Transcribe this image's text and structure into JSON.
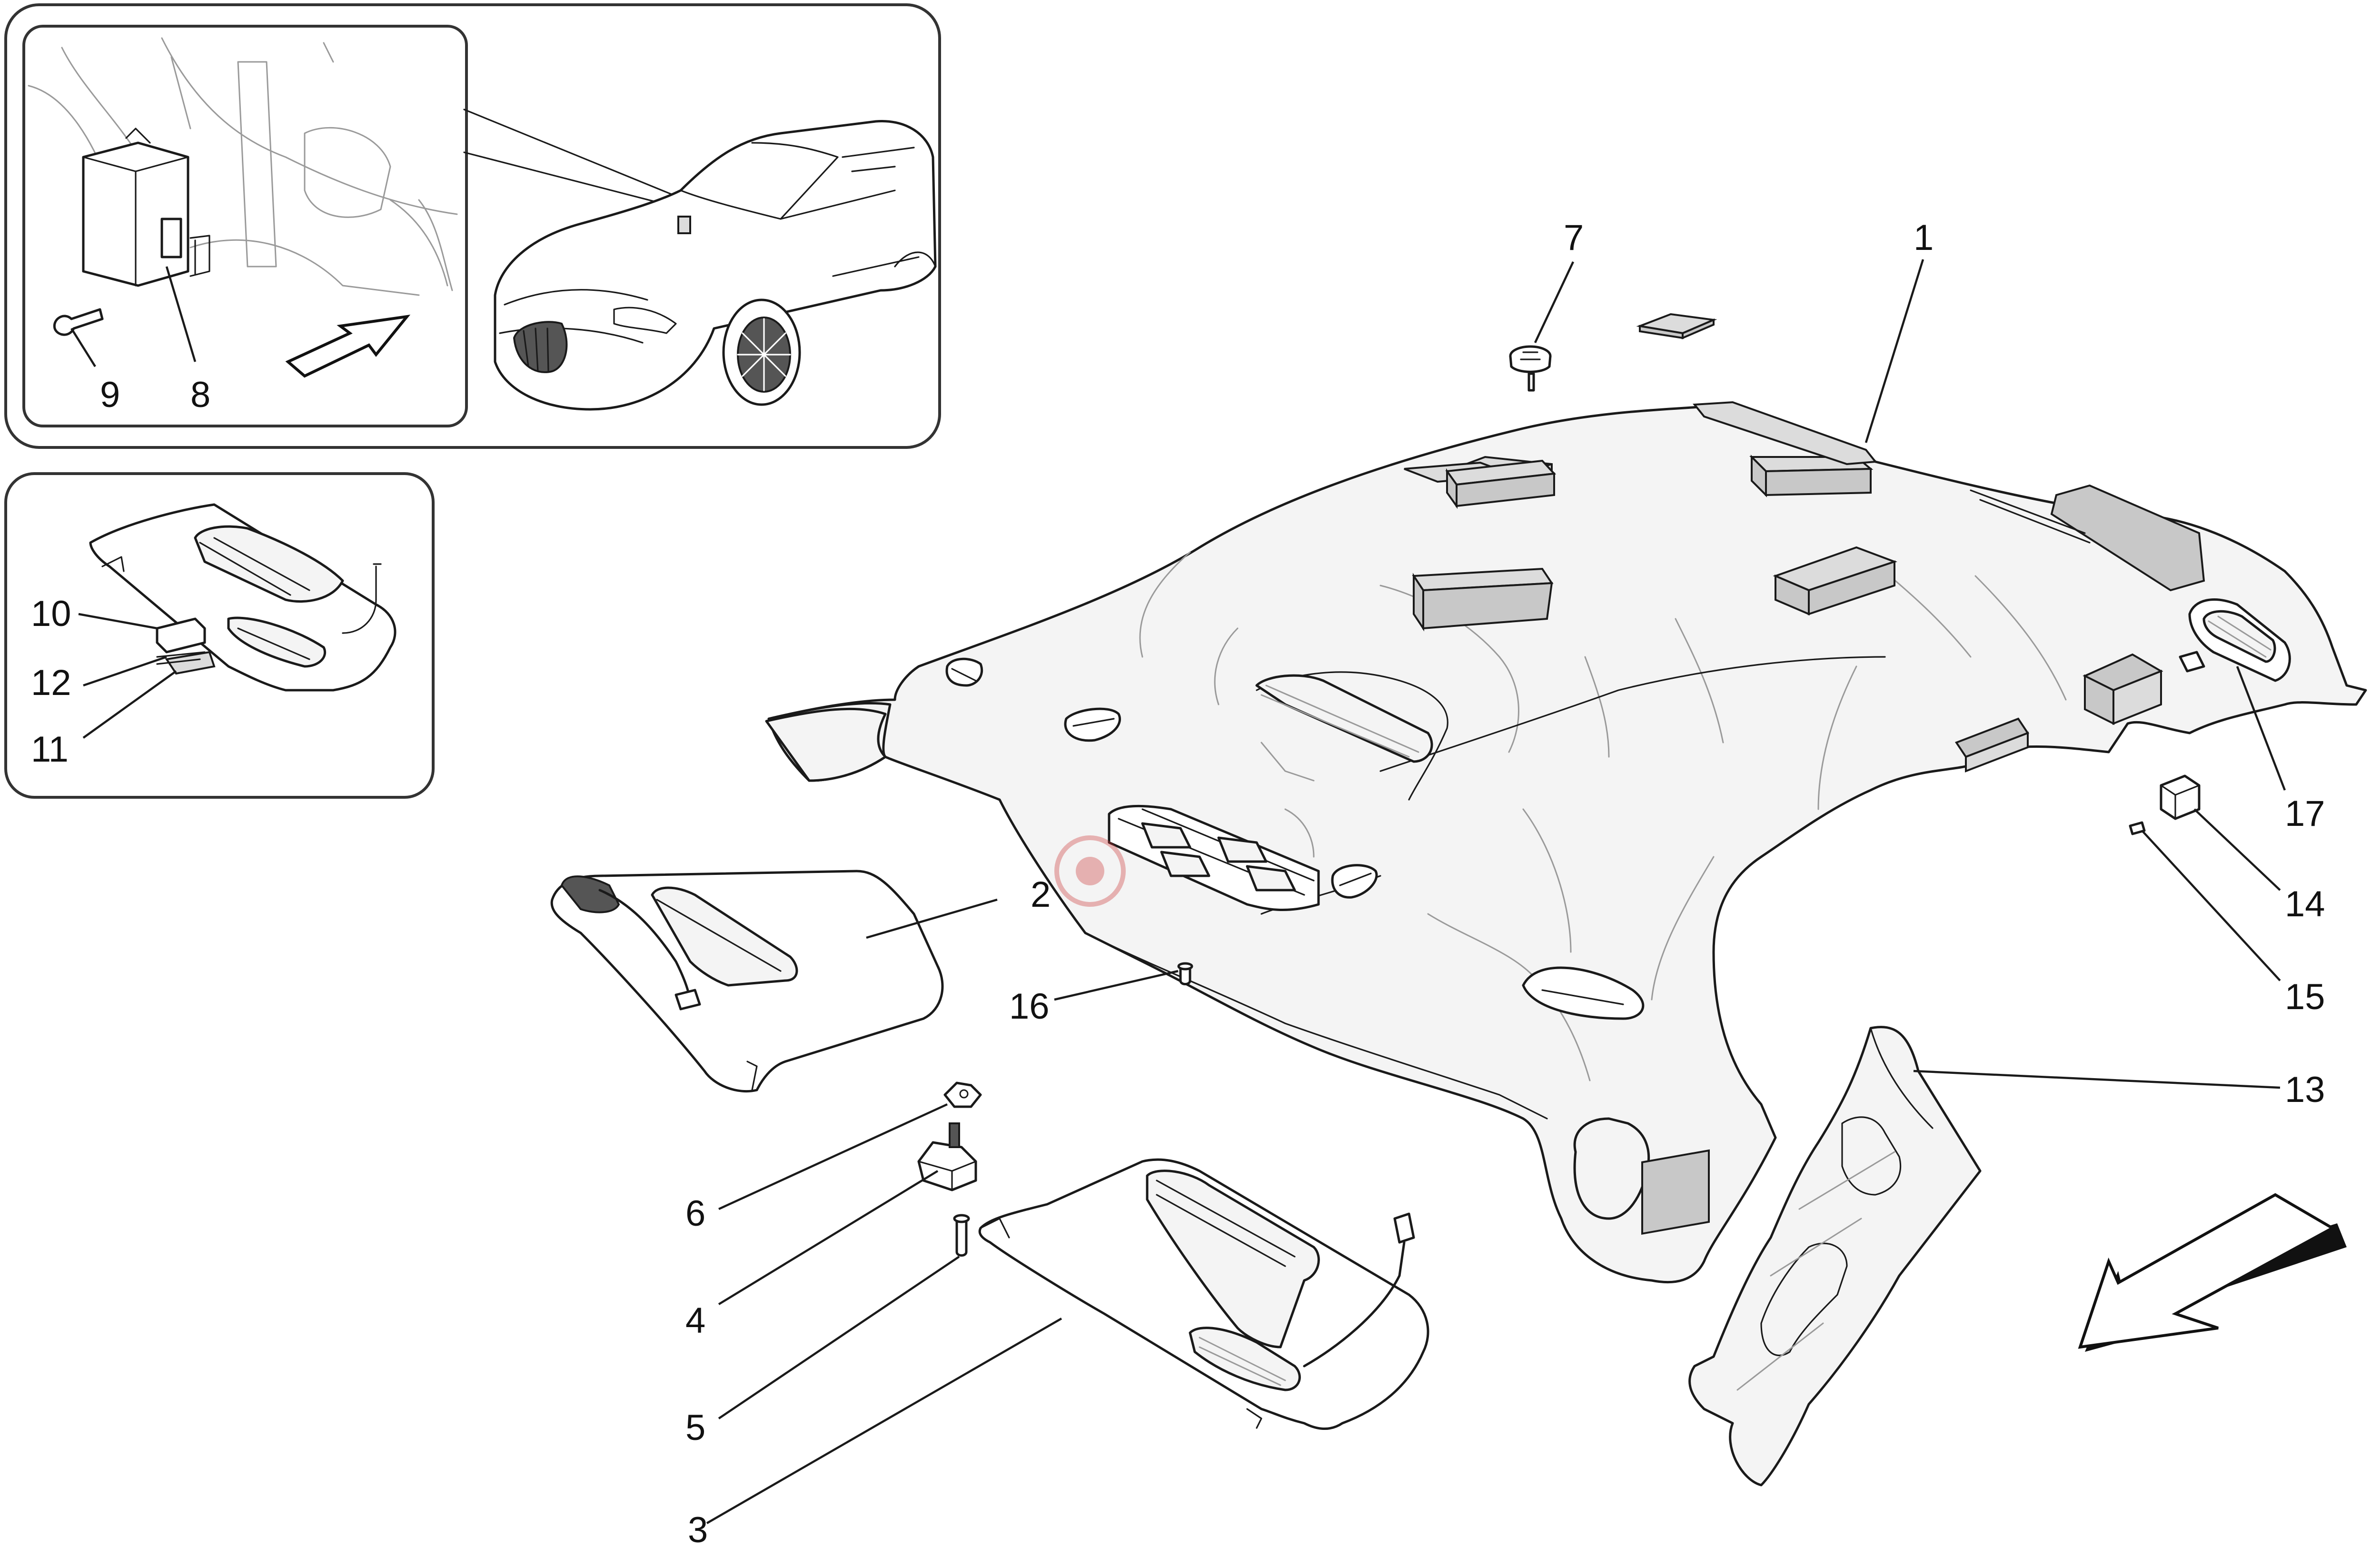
{
  "callouts": {
    "c1": "1",
    "c2": "2",
    "c3": "3",
    "c4": "4",
    "c5": "5",
    "c6": "6",
    "c7": "7",
    "c8": "8",
    "c9": "9",
    "c10": "10",
    "c11": "11",
    "c12": "12",
    "c13": "13",
    "c14": "14",
    "c15": "15",
    "c16": "16",
    "c17": "17"
  },
  "icons": {
    "direction_main": "front-direction-arrow-icon",
    "direction_inset": "direction-arrow-icon"
  },
  "colors": {
    "line": "#1a1a1a",
    "part_fill": "#f4f4f4",
    "pad_fill": "#c8c8c8",
    "background": "#ffffff"
  }
}
